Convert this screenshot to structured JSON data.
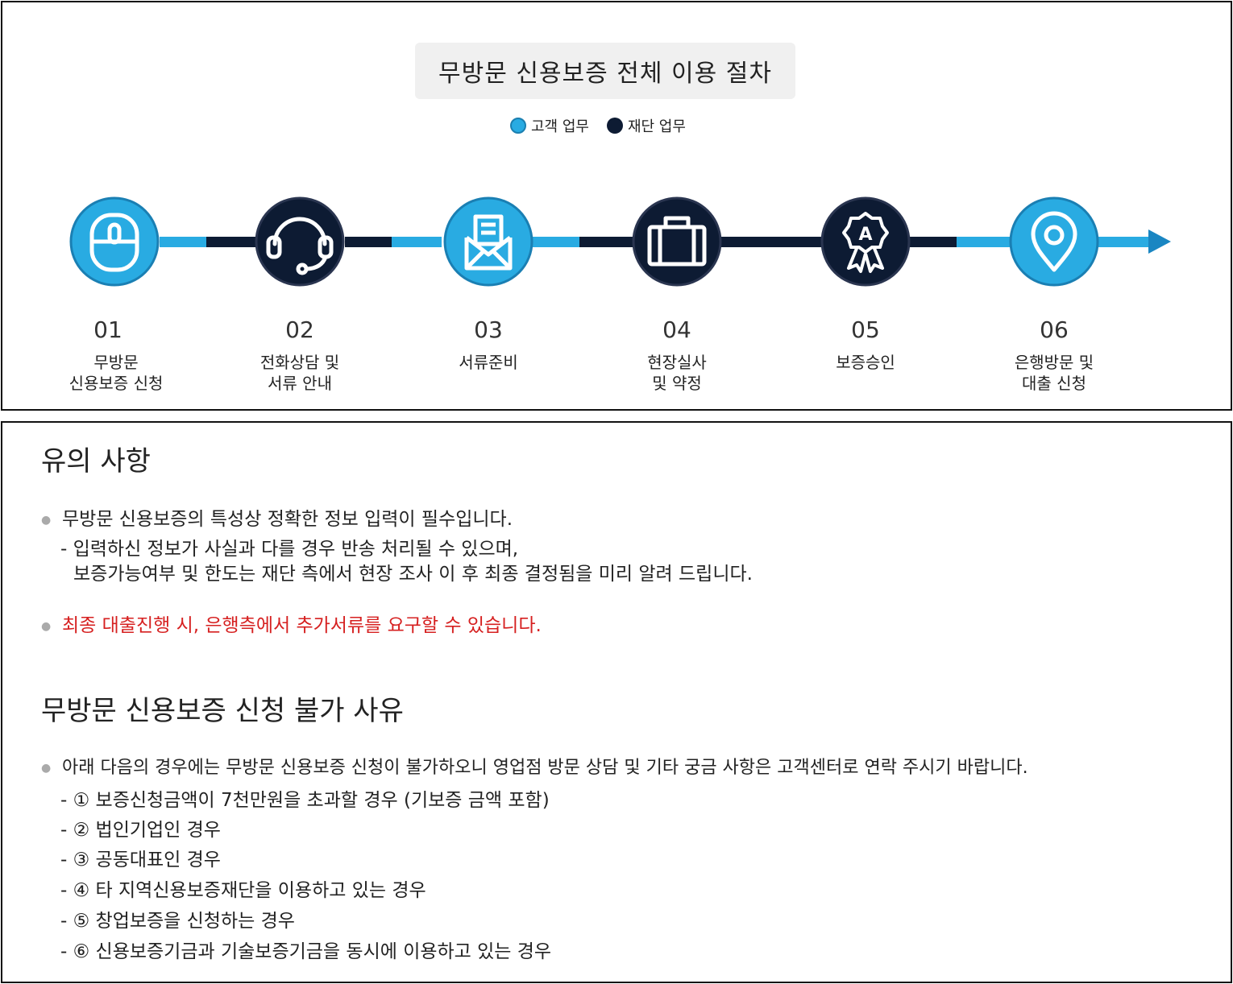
{
  "procedure": {
    "title": "무방문 신용보증 전체 이용 절차",
    "legend": [
      {
        "label": "고객 업무",
        "color": "#29abe2"
      },
      {
        "label": "재단 업무",
        "color": "#0d1b33"
      }
    ],
    "steps": [
      {
        "num": "01",
        "label": "무방문\n신용보증 신청",
        "type": "customer",
        "icon": "mouse-icon"
      },
      {
        "num": "02",
        "label": "전화상담 및\n서류 안내",
        "type": "foundation",
        "icon": "headset-icon"
      },
      {
        "num": "03",
        "label": "서류준비",
        "type": "customer",
        "icon": "envelope-icon"
      },
      {
        "num": "04",
        "label": "현장실사\n및 약정",
        "type": "foundation",
        "icon": "briefcase-icon"
      },
      {
        "num": "05",
        "label": "보증승인",
        "type": "foundation",
        "icon": "award-icon"
      },
      {
        "num": "06",
        "label": "은행방문 및\n대출 신청",
        "type": "customer",
        "icon": "location-pin-icon"
      }
    ],
    "colors": {
      "customer": "#29abe2",
      "foundation": "#0d1b33"
    }
  },
  "notes": {
    "title": "유의 사항",
    "item1": "무방문 신용보증의 특성상 정확한 정보 입력이 필수입니다.",
    "item1_sub1": "- 입력하신 정보가 사실과 다를 경우 반송 처리될 수 있으며,",
    "item1_sub2": "보증가능여부 및 한도는 재단 측에서 현장 조사 이 후 최종 결정됨을 미리 알려 드립니다.",
    "item2": "최종 대출진행 시, 은행측에서 추가서류를 요구할 수 있습니다."
  },
  "restrictions": {
    "title": "무방문 신용보증 신청 불가 사유",
    "intro": "아래 다음의 경우에는 무방문 신용보증 신청이 불가하오니 영업점 방문 상담 및 기타 궁금 사항은 고객센터로 연락 주시기 바랍니다.",
    "items": [
      "- ① 보증신청금액이 7천만원을 초과할 경우 (기보증 금액 포함)",
      "- ② 법인기업인 경우",
      "- ③ 공동대표인 경우",
      "- ④ 타 지역신용보증재단을 이용하고 있는 경우",
      "- ⑤ 창업보증을 신청하는 경우",
      "- ⑥ 신용보증기금과 기술보증기금을 동시에 이용하고 있는 경우"
    ]
  }
}
